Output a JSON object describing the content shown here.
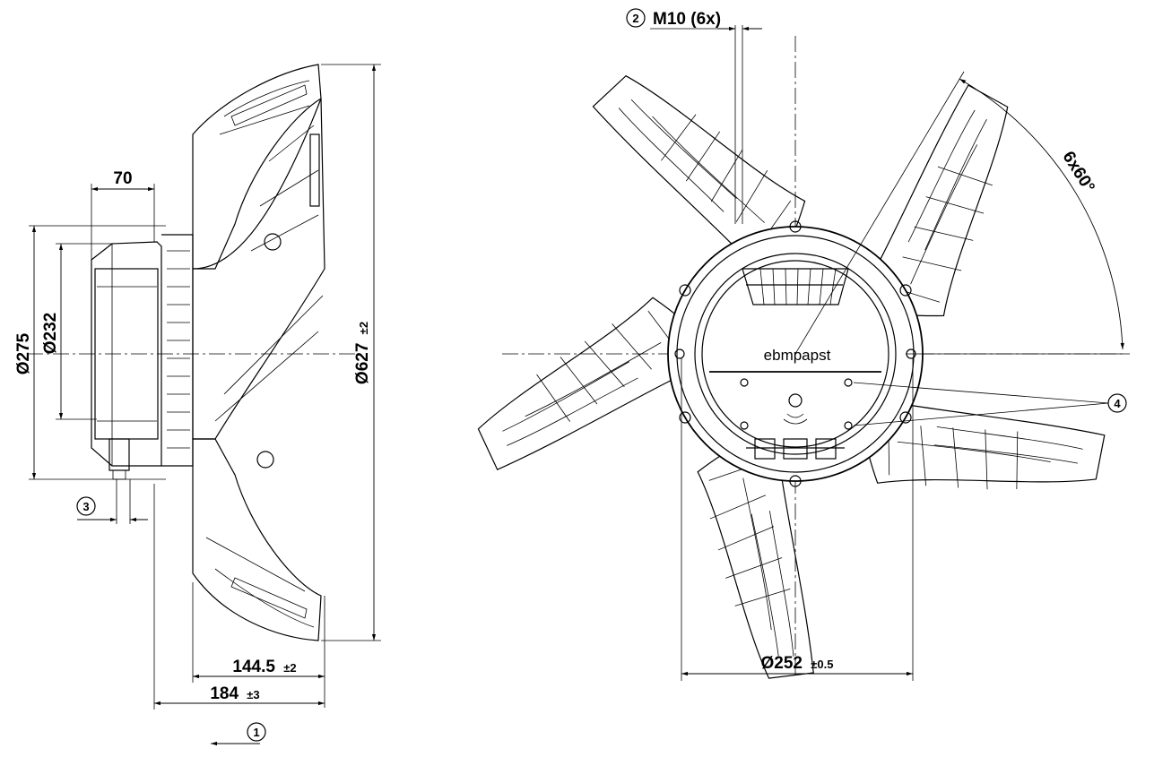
{
  "side_view": {
    "dim_70": "70",
    "dim_275": "Ø275",
    "dim_232": "Ø232",
    "dim_627": "Ø627",
    "tol_627": "±2",
    "dim_144": "144.5",
    "tol_144": "±2",
    "dim_184": "184",
    "tol_184": "±3",
    "callout_3": "3",
    "callout_1": "1"
  },
  "front_view": {
    "callout_2": "2",
    "bolt_label": "M10 (6x)",
    "angle_label": "6x60°",
    "dim_252": "Ø252",
    "tol_252": "±0.5",
    "callout_4": "4",
    "brand_logo": "ebmpapst"
  }
}
